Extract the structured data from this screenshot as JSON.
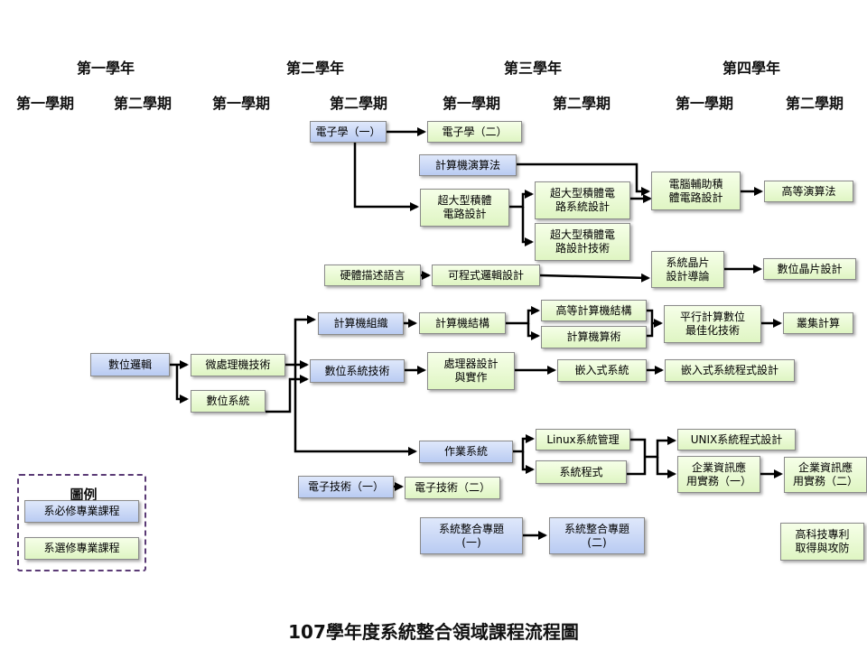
{
  "diagram": {
    "title": "107學年度系統整合領域課程流程圖",
    "years": [
      "第一學年",
      "第二學年",
      "第三學年",
      "第四學年"
    ],
    "semesters": [
      "第一學期",
      "第二學期",
      "第一學期",
      "第二學期",
      "第一學期",
      "第二學期",
      "第一學期",
      "第二學期"
    ],
    "legend": {
      "title": "圖例",
      "required_label": "系必修專業課程",
      "elective_label": "系選修專業課程"
    },
    "colors": {
      "required": "#c7d6f5",
      "elective": "#e8f9d2",
      "legend_border": "#5a3a75"
    },
    "courses": {
      "ee1": "電子學（一）",
      "ee2": "電子學（二）",
      "algo": "計算機演算法",
      "vlsi": "超大型積體\n電路設計",
      "vlsi_sys": "超大型積體電\n路系統設計",
      "vlsi_tech": "超大型積體電\n路設計技術",
      "cad": "電腦輔助積\n體電路設計",
      "adv_algo": "高等演算法",
      "hdl": "硬體描述語言",
      "prog_logic": "可程式邏輯設計",
      "soc": "系統晶片\n設計導論",
      "digital_chip": "數位晶片設計",
      "comp_org": "計算機組織",
      "comp_arch": "計算機結構",
      "adv_arch": "高等計算機結構",
      "arith": "計算機算術",
      "parallel": "平行計算數位\n最佳化技術",
      "cluster": "叢集計算",
      "digital_logic": "數位邏輯",
      "micro": "微處理機技術",
      "dsys": "數位系統",
      "dsys_tech": "數位系統技術",
      "proc_design": "處理器設計\n與實作",
      "embedded": "嵌入式系統",
      "embedded_prog": "嵌入式系統程式設計",
      "os": "作業系統",
      "linux": "Linux系統管理",
      "sysprog": "系統程式",
      "unix": "UNIX系統程式設計",
      "erp1": "企業資訊應\n用實務（一）",
      "erp2": "企業資訊應\n用實務（二）",
      "et1": "電子技術（一）",
      "et2": "電子技術（二）",
      "proj1": "系統整合專題\n(一)",
      "proj2": "系統整合專題\n(二)",
      "patent": "高科技專利\n取得與攻防"
    }
  }
}
